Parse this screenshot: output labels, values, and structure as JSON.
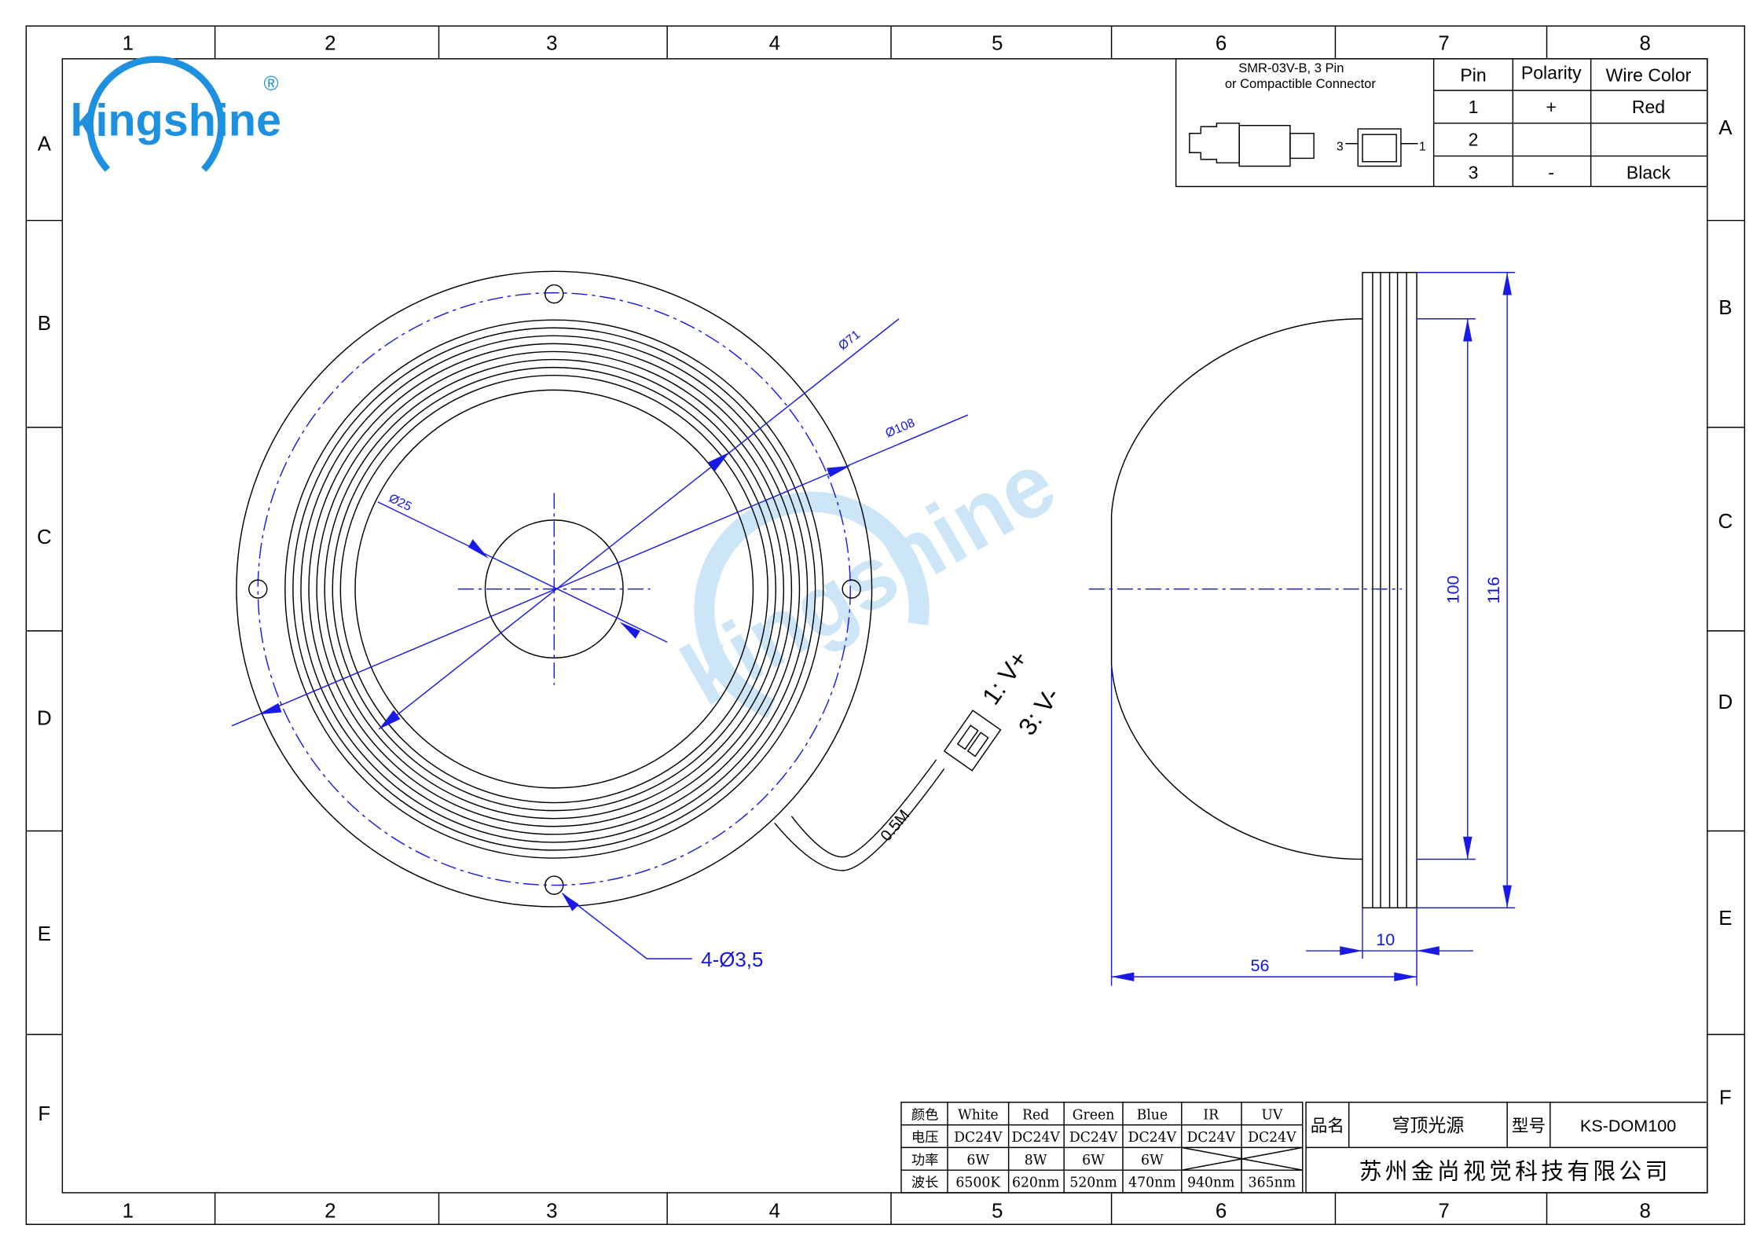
{
  "frame": {
    "columns": [
      "1",
      "2",
      "3",
      "4",
      "5",
      "6",
      "7",
      "8"
    ],
    "rows": [
      "A",
      "B",
      "C",
      "D",
      "E",
      "F"
    ]
  },
  "logo": {
    "text": "kingshine",
    "mark": "®"
  },
  "connector": {
    "title_line1": "SMR-03V-B, 3 Pin",
    "title_line2": "or Compactible Connector",
    "pin_left": "3",
    "pin_right": "1",
    "headers": [
      "Pin",
      "Polarity",
      "Wire Color"
    ],
    "rows": [
      {
        "pin": "1",
        "polarity": "+",
        "color": "Red"
      },
      {
        "pin": "2",
        "polarity": "",
        "color": ""
      },
      {
        "pin": "3",
        "polarity": "-",
        "color": "Black"
      }
    ]
  },
  "dimensions": {
    "d71": "Ø71",
    "d108": "Ø108",
    "d25": "Ø25",
    "holes": "4-Ø3,5",
    "cable": "0.5M",
    "pin1": "1: V+",
    "pin3": "3: V-",
    "h100": "100",
    "h116": "116",
    "w56": "56",
    "w10": "10"
  },
  "spec_table": {
    "rows": [
      [
        "颜色",
        "White",
        "Red",
        "Green",
        "Blue",
        "IR",
        "UV"
      ],
      [
        "电压",
        "DC24V",
        "DC24V",
        "DC24V",
        "DC24V",
        "DC24V",
        "DC24V"
      ],
      [
        "功率",
        "6W",
        "8W",
        "6W",
        "6W",
        "",
        ""
      ],
      [
        "波长",
        "6500K",
        "620nm",
        "520nm",
        "470nm",
        "940nm",
        "365nm"
      ]
    ]
  },
  "title_block": {
    "name_label": "品名",
    "name": "穹顶光源",
    "model_label": "型号",
    "model": "KS-DOM100",
    "company": "苏州金尚视觉科技有限公司"
  },
  "colors": {
    "dimension": "#1a1ae6",
    "logo": "#1e90e0"
  }
}
